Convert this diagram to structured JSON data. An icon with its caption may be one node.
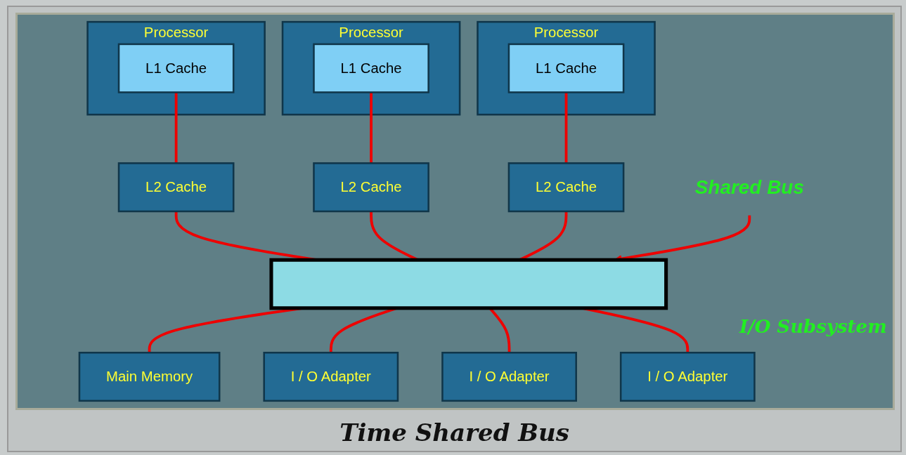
{
  "diagram": {
    "caption": "Time Shared Bus",
    "nodes": [
      {
        "text": [
          "Processor"
        ]
      },
      {
        "text": [
          "L1 Cache"
        ],
        "in": 0
      },
      {
        "text": [
          "L2 Cache"
        ]
      },
      {
        "text": [
          "Processor"
        ]
      },
      {
        "text": [
          "L1 Cache"
        ],
        "in": 3
      },
      {
        "text": [
          "L2 Cache"
        ]
      },
      {
        "text": [
          "Processor"
        ]
      },
      {
        "text": [
          "L1 Cache"
        ],
        "in": 6
      },
      {
        "text": [
          "L2 Cache"
        ]
      },
      {
        "text": [
          "Shared Bus"
        ]
      },
      {
        "text": [],
        "shape": "bar"
      },
      {
        "text": [
          "Main Memory"
        ]
      },
      {
        "text": [
          "I / O Adapter"
        ]
      },
      {
        "text": [
          "I / O Adapter"
        ]
      },
      {
        "text": [
          "I / O Adapter"
        ]
      }
    ],
    "edges": [
      {
        "from": 1,
        "to": 2,
        "arrow": "none"
      },
      {
        "from": 2,
        "to": 10,
        "arrow": "none"
      },
      {
        "from": 4,
        "to": 5,
        "arrow": "none"
      },
      {
        "from": 5,
        "to": 10,
        "arrow": "none"
      },
      {
        "from": 7,
        "to": 8,
        "arrow": "none"
      },
      {
        "from": 8,
        "to": 10,
        "arrow": "none"
      },
      {
        "from": 9,
        "to": 10,
        "arrow": "to"
      },
      {
        "from": 10,
        "to": 11,
        "arrow": "none"
      },
      {
        "from": 10,
        "to": 12,
        "arrow": "none"
      },
      {
        "from": 10,
        "to": 13,
        "arrow": "none"
      },
      {
        "from": 10,
        "to": 14,
        "arrow": "none"
      }
    ],
    "labels": [
      "I/O Subsystem"
    ]
  }
}
